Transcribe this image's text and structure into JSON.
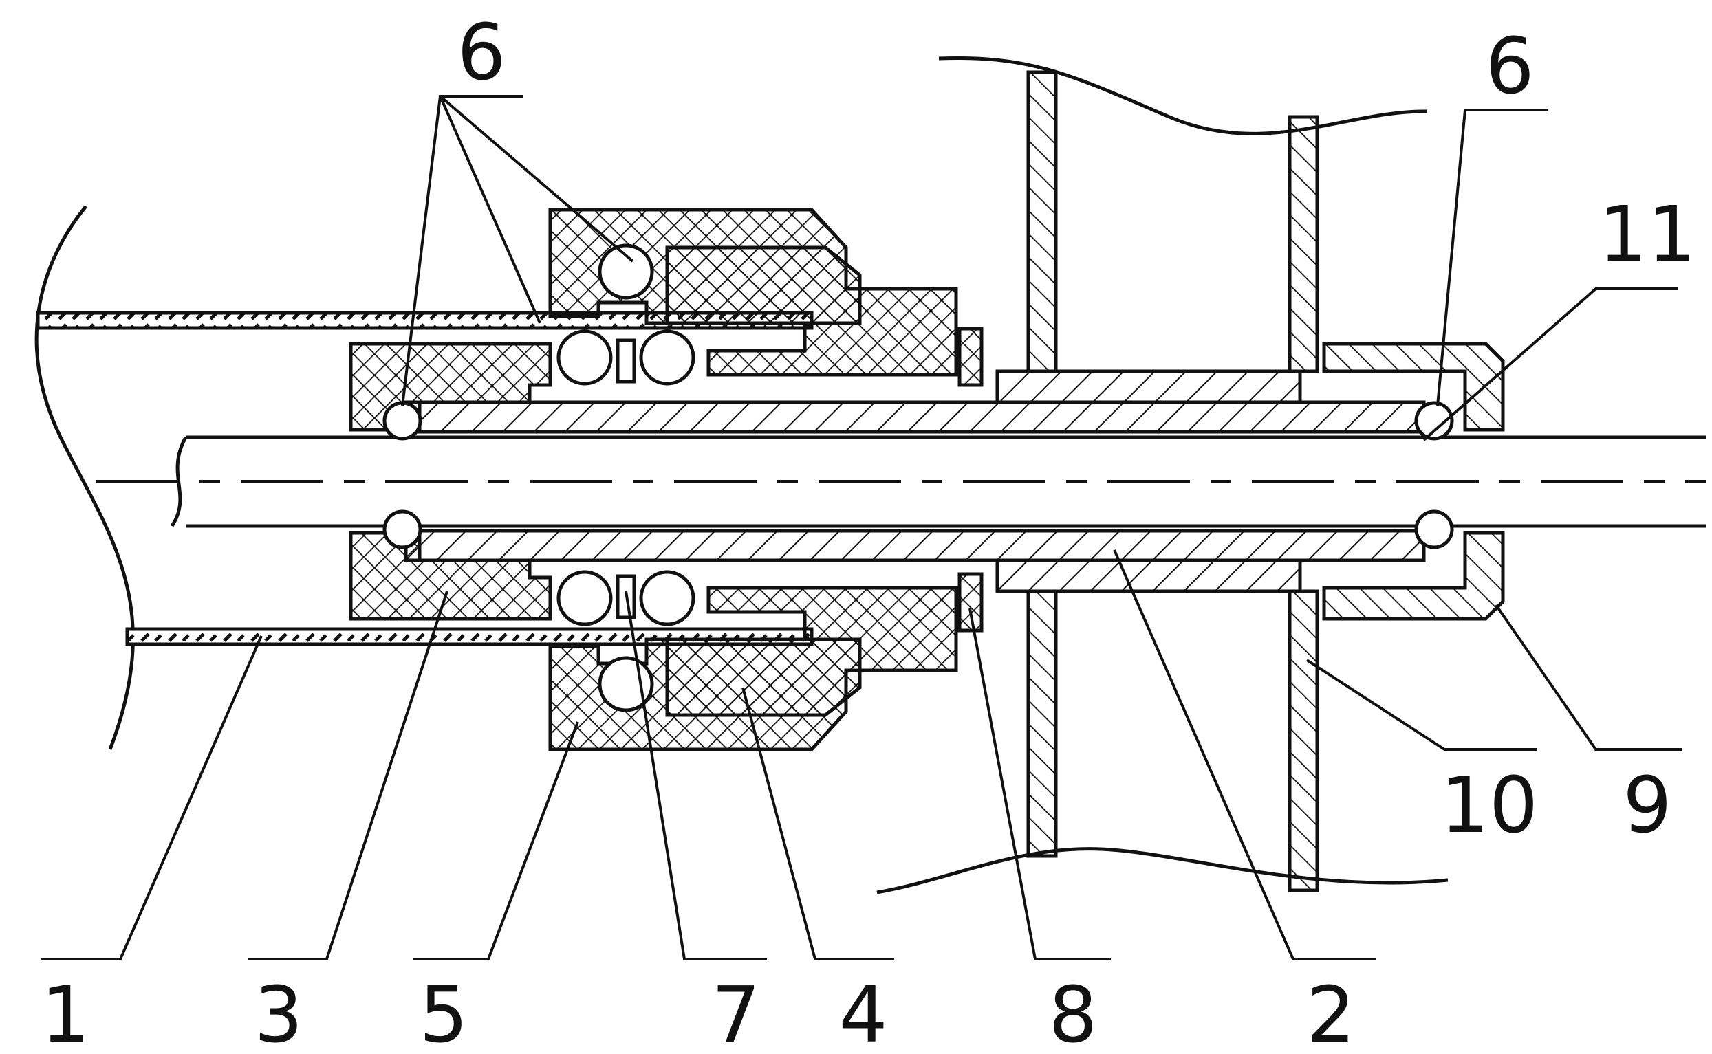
{
  "colors": {
    "ink": "#111111",
    "paper": "#ffffff"
  },
  "labels": {
    "l1": "1",
    "l2": "2",
    "l3": "3",
    "l4": "4",
    "l5": "5",
    "l6a": "6",
    "l6b": "6",
    "l7": "7",
    "l8": "8",
    "l9": "9",
    "l10": "10",
    "l11": "11"
  }
}
